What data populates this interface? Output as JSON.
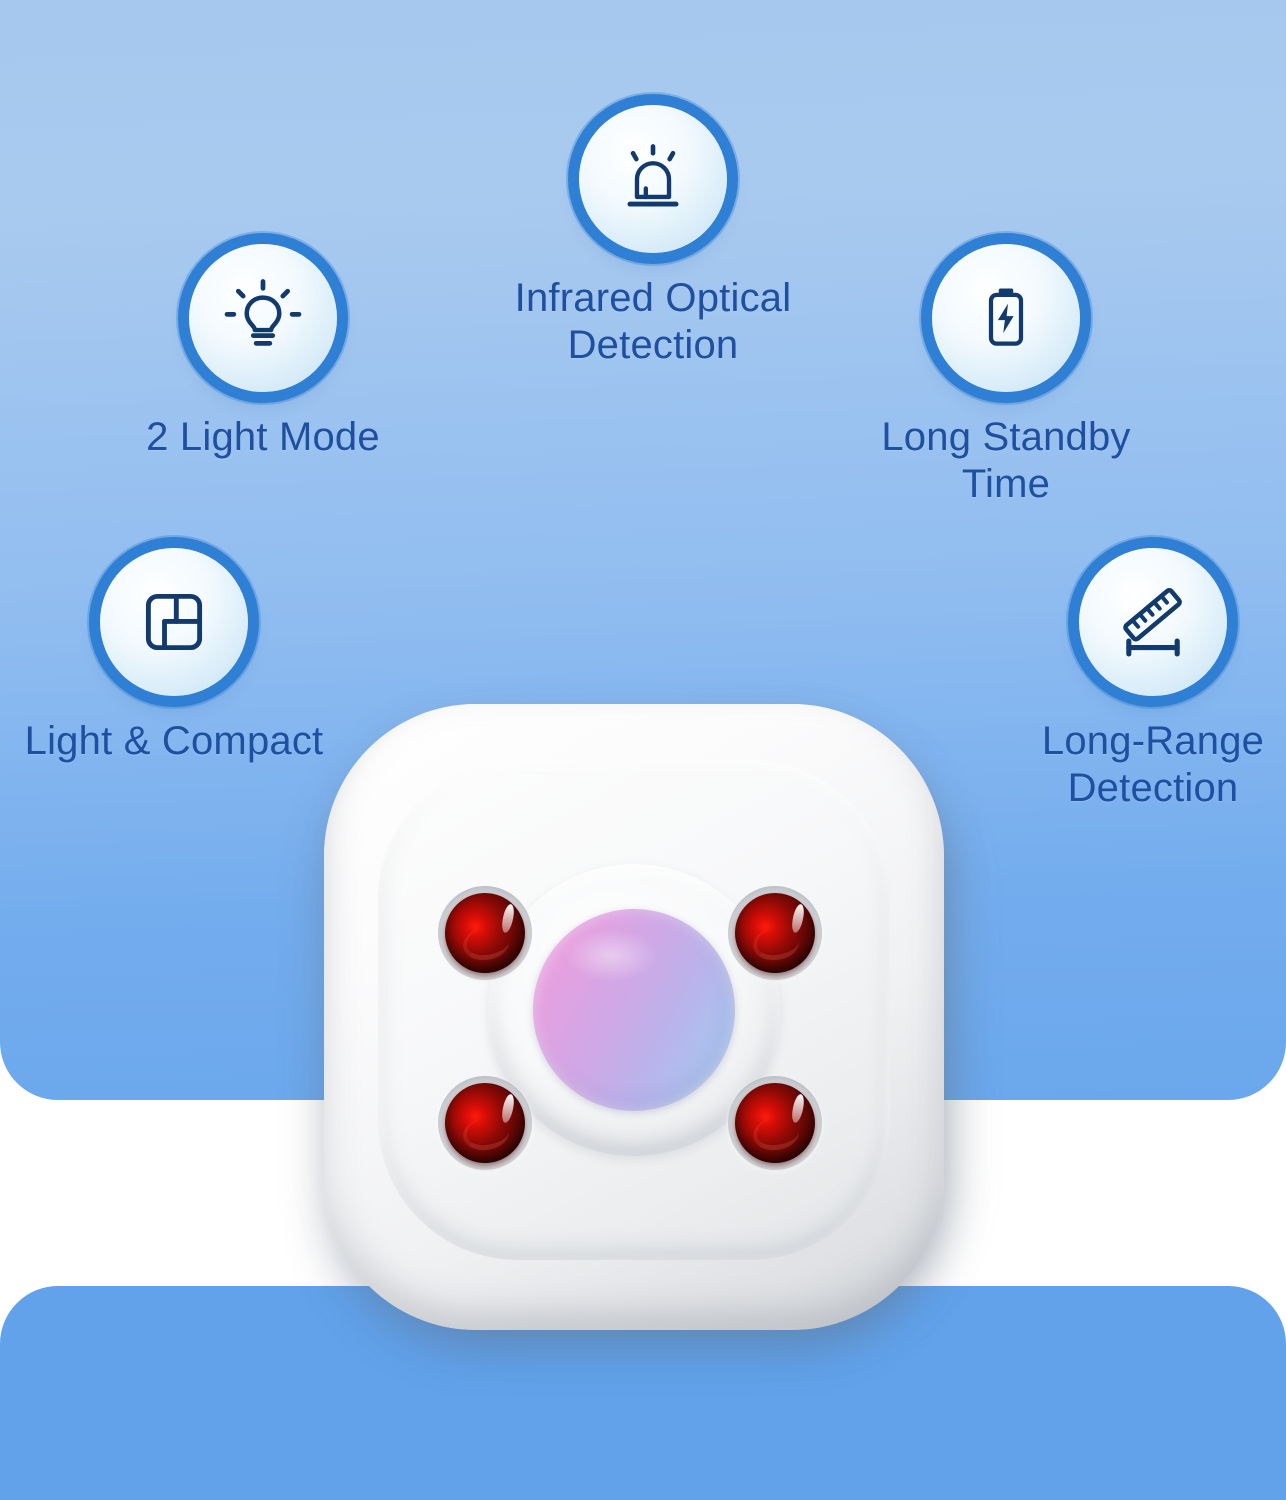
{
  "background": {
    "top_panel_color_start": "#a6c8ee",
    "top_panel_color_end": "#6aa7ec",
    "bottom_panel_color": "#61a2eb",
    "page_color": "#ffffff"
  },
  "theme": {
    "label_color": "#1f4fa0",
    "badge_ring_color": "#2f7fd4",
    "badge_fill_color": "#eaf6fc",
    "icon_stroke_color": "#123a6d"
  },
  "features": [
    {
      "id": "light-mode",
      "icon": "lightbulb-icon",
      "label": "2 Light Mode"
    },
    {
      "id": "infrared",
      "icon": "siren-alarm-icon",
      "label": "Infrared Optical\nDetection"
    },
    {
      "id": "standby",
      "icon": "battery-charging-icon",
      "label": "Long Standby\nTime"
    },
    {
      "id": "compact",
      "icon": "grid-quadrant-icon",
      "label": "Light & Compact"
    },
    {
      "id": "long-range",
      "icon": "ruler-measure-icon",
      "label": "Long-Range\nDetection"
    }
  ],
  "product": {
    "name": "infrared-detector-device",
    "body_color": "#f5f6f7",
    "lens_color_start": "#f0a8e4",
    "lens_color_end": "#9fd0f2",
    "led_color": "#d40d06",
    "led_count": 4
  }
}
